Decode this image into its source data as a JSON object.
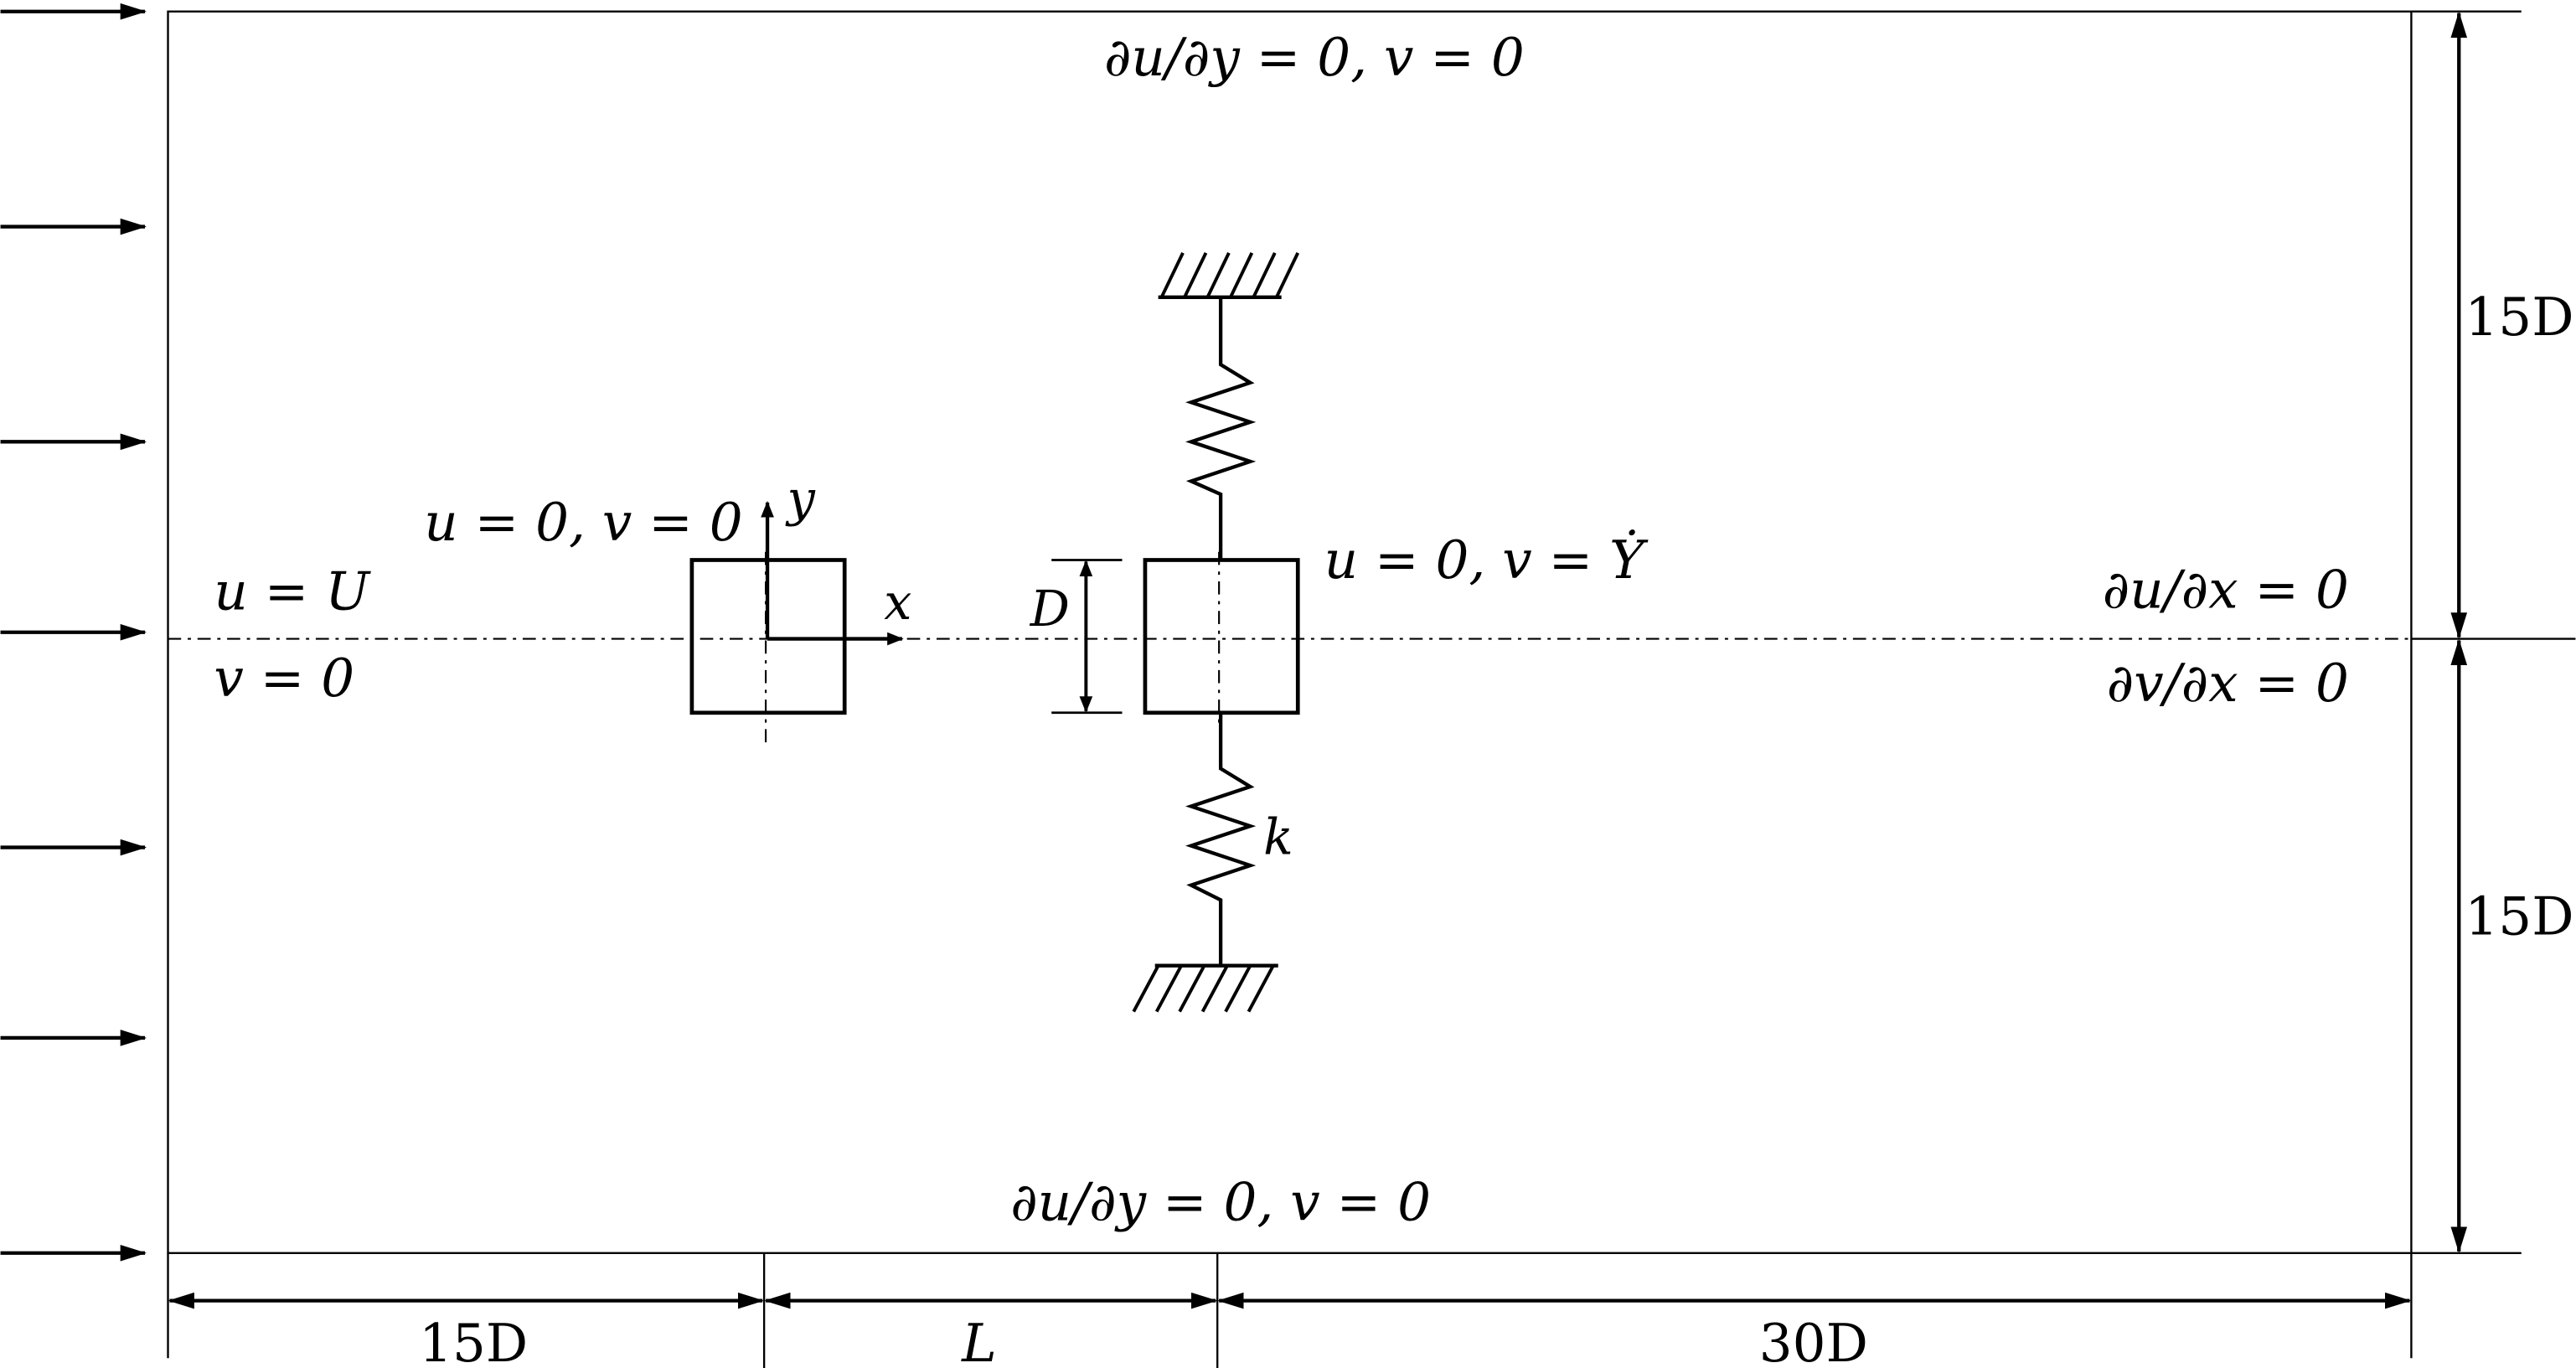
{
  "labels": {
    "top_bc": "∂u/∂y = 0, v = 0",
    "bottom_bc": "∂u/∂y = 0, v = 0",
    "inlet_u": "u = U",
    "inlet_v": "v = 0",
    "outlet_u": "∂u/∂x = 0",
    "outlet_v": "∂v/∂x = 0",
    "upstream_cyl_bc": "u = 0, v = 0",
    "downstream_cyl_bc": "u = 0, v = Ẏ",
    "axis_x": "x",
    "axis_y": "y",
    "dim_D": "D",
    "spring_k": "k"
  },
  "dimensions": {
    "bottom_left": "15D",
    "bottom_mid": "L",
    "bottom_right": "30D",
    "right_top": "15D",
    "right_bottom": "15D"
  },
  "inlet_arrow_count": 7
}
